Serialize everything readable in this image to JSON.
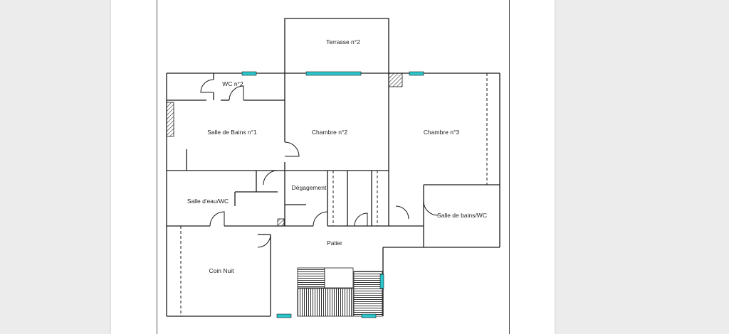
{
  "plan": {
    "rooms": {
      "terrasse2": "Terrasse n°2",
      "wc2": "WC n°2",
      "sdb1": "Salle de Bains n°1",
      "chambre2": "Chambre n°2",
      "chambre3": "Chambre n°3",
      "degagement": "Dégagement",
      "salle_eau": "Salle d'eau/WC",
      "sdb_wc": "Salle de bains/WC",
      "palier": "Palier",
      "coin_nuit": "Coin Nuit"
    },
    "colors": {
      "wall": "#1a1a1a",
      "window": "#29c6cc",
      "hatch": "#333333",
      "page": "#ffffff",
      "viewer": "#ececec"
    }
  }
}
